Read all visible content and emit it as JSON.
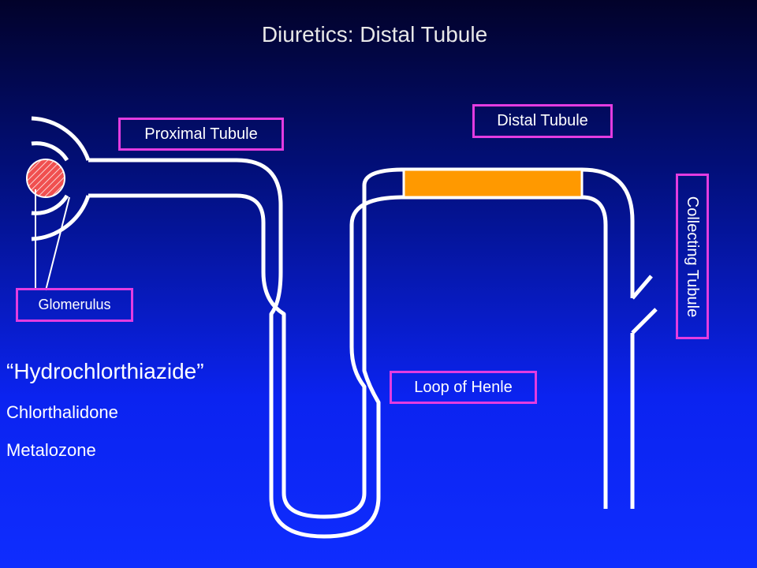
{
  "slide": {
    "title": "Diuretics: Distal Tubule"
  },
  "labels": {
    "proximal_tubule": "Proximal Tubule",
    "distal_tubule": "Distal Tubule",
    "collecting_tubule": "Collecting Tubule",
    "glomerulus": "Glomerulus",
    "loop_of_henle": "Loop of Henle"
  },
  "drugs": [
    "“Hydrochlorthiazide”",
    "Chlorthalidone",
    "Metalozone"
  ],
  "colors": {
    "background_top": "#02022a",
    "background_bottom": "#0f2dfe",
    "tubule_outline": "#ffffff",
    "label_border": "#e33ce0",
    "distal_highlight": "#ff9900",
    "glomerulus_fill": "#f05050"
  }
}
